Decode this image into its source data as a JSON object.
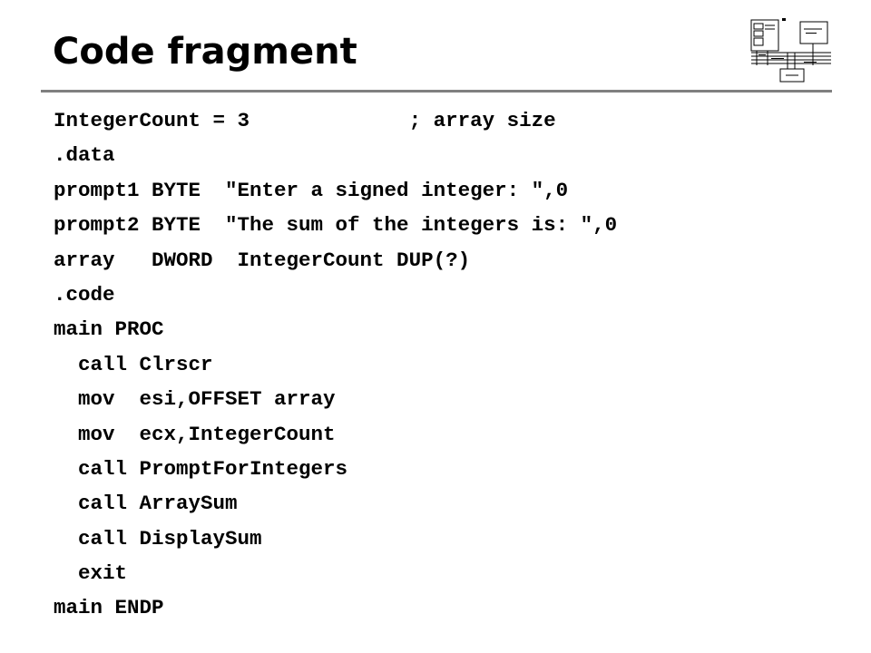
{
  "slide": {
    "title": "Code fragment",
    "code_lines": [
      "IntegerCount = 3             ; array size",
      ".data",
      "prompt1 BYTE  \"Enter a signed integer: \",0",
      "prompt2 BYTE  \"The sum of the integers is: \",0",
      "array   DWORD  IntegerCount DUP(?)",
      ".code",
      "main PROC",
      "  call Clrscr",
      "  mov  esi,OFFSET array",
      "  mov  ecx,IntegerCount",
      "  call PromptForIntegers",
      "  call ArraySum",
      "  call DisplaySum",
      "  exit",
      "main ENDP"
    ]
  },
  "logo": {
    "icon": "block-diagram-icon"
  }
}
